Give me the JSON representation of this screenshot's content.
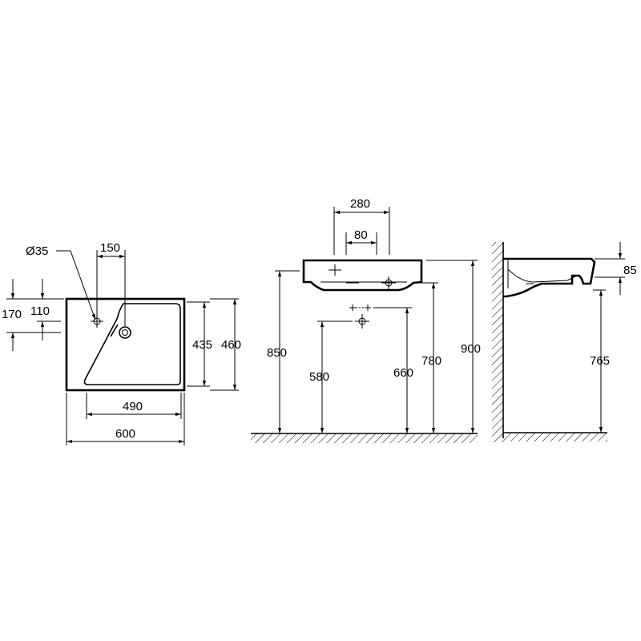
{
  "top_view": {
    "hole_diameter": "Ø35",
    "tap_offset": "150",
    "height_170": "170",
    "height_110": "110",
    "depth_inner": "435",
    "depth_outer": "460",
    "width_inner": "490",
    "width_outer": "600"
  },
  "front_view": {
    "spacing_280": "280",
    "spacing_80": "80",
    "height_850": "850",
    "height_580": "580",
    "height_660": "660",
    "height_780": "780",
    "height_900": "900"
  },
  "side_view": {
    "rim_85": "85",
    "height_765": "765"
  },
  "colors": {
    "line": "#000000",
    "background": "#ffffff"
  }
}
